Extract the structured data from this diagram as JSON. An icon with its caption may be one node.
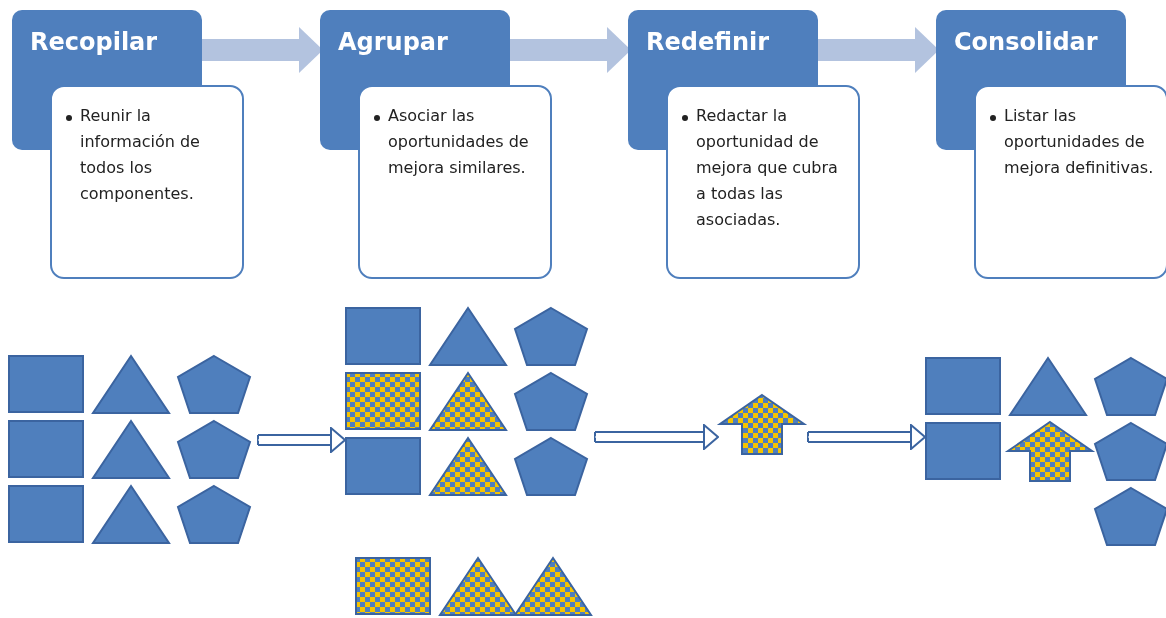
{
  "diagram": {
    "nodes": [
      {
        "text": [
          "Recopilar",
          "Reunir la información de todos los componentes."
        ]
      },
      {
        "text": [
          "Agrupar",
          "Asociar las oportunidades de mejora similares."
        ]
      },
      {
        "text": [
          "Redefinir",
          "Redactar la oportunidad de mejora que cubra a todas las asociadas."
        ]
      },
      {
        "text": [
          "Consolidar",
          "Listar las oportunidades de mejora definitivas."
        ]
      },
      {
        "text": [],
        "shape": "picture"
      },
      {
        "text": [],
        "shape": "picture"
      },
      {
        "text": [],
        "shape": "picture"
      },
      {
        "text": [],
        "shape": "picture"
      }
    ],
    "edges": [
      {
        "from": 0,
        "to": 1,
        "arrow": "to",
        "style": "thick",
        "color": "#b3c3df"
      },
      {
        "from": 1,
        "to": 2,
        "arrow": "to",
        "style": "thick",
        "color": "#b3c3df"
      },
      {
        "from": 2,
        "to": 3,
        "arrow": "to",
        "style": "thick",
        "color": "#b3c3df"
      },
      {
        "from": 4,
        "to": 5,
        "arrow": "to",
        "color": "#3b64a0"
      },
      {
        "from": 5,
        "to": 6,
        "arrow": "to",
        "color": "#3b64a0"
      },
      {
        "from": 6,
        "to": 7,
        "arrow": "to",
        "color": "#3b64a0"
      }
    ]
  }
}
